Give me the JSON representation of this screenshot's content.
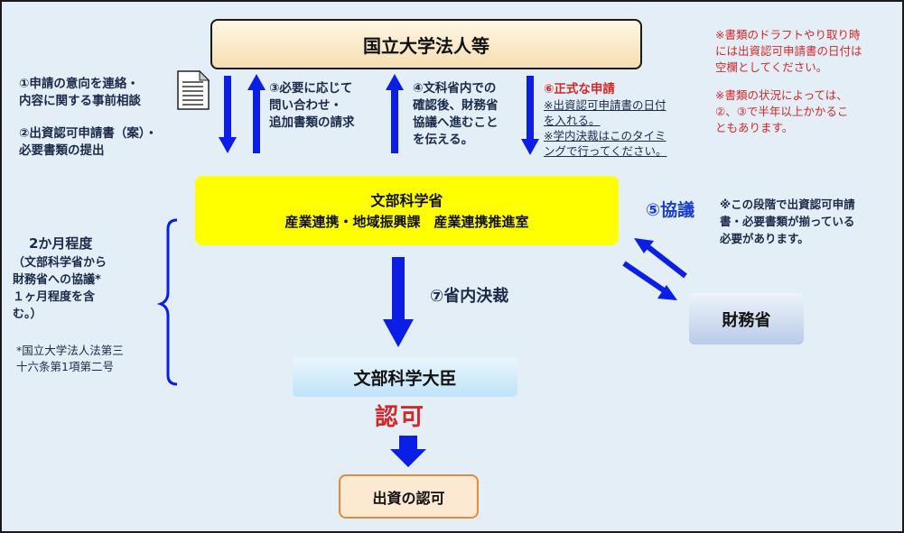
{
  "univ_box": "国立大学法人等",
  "mext_box": {
    "line1": "文部科学省",
    "line2": "産業連携・地域振興課　産業連携推進室"
  },
  "mof_box": "財務省",
  "minister_box": "文部科学大臣",
  "approval_box": "出資の認可",
  "step1": [
    "①申請の意向を連絡・",
    "内容に関する事前相談"
  ],
  "step2": [
    "②出資認可申請書（案）・",
    "必要書類の提出"
  ],
  "step3": [
    "③必要に応じて",
    "問い合わせ・",
    "追加書類の請求"
  ],
  "step4": [
    "④文科省内での",
    "確認後、財務省",
    "協議へ進むこと",
    "を伝える。"
  ],
  "step6": {
    "title": "⑥正式な申請",
    "note1": [
      "※出資認可申請書の日付",
      "を入れる。"
    ],
    "note2": [
      "※学内決裁はこのタイミ",
      "ングで行ってください。"
    ]
  },
  "step5": {
    "label": "⑤協議",
    "note": [
      "※この段階で出資認可申請",
      "書・必要書類が揃っている",
      "必要があります。"
    ]
  },
  "step7": "⑦省内決裁",
  "approval_label": "認可",
  "duration": {
    "title": "2か月程度",
    "detail": [
      "（文部科学省から",
      "財務省への協議*",
      "１ヶ月程度を含",
      "む。）"
    ]
  },
  "footnote": [
    "*国立大学法人法第三",
    "十六条第1項第二号"
  ],
  "note_draft": [
    "※書類のドラフトやり取り時",
    "には出資認可申請書の日付は",
    "空欄としてください。"
  ],
  "note_period": [
    "※書類の状況によっては、",
    "②、③で半年以上かかるこ",
    "ともあります。"
  ],
  "colors": {
    "arrow": "#0a1ee6",
    "accent_red": "#d22828",
    "mext_box": "#ffff00"
  }
}
